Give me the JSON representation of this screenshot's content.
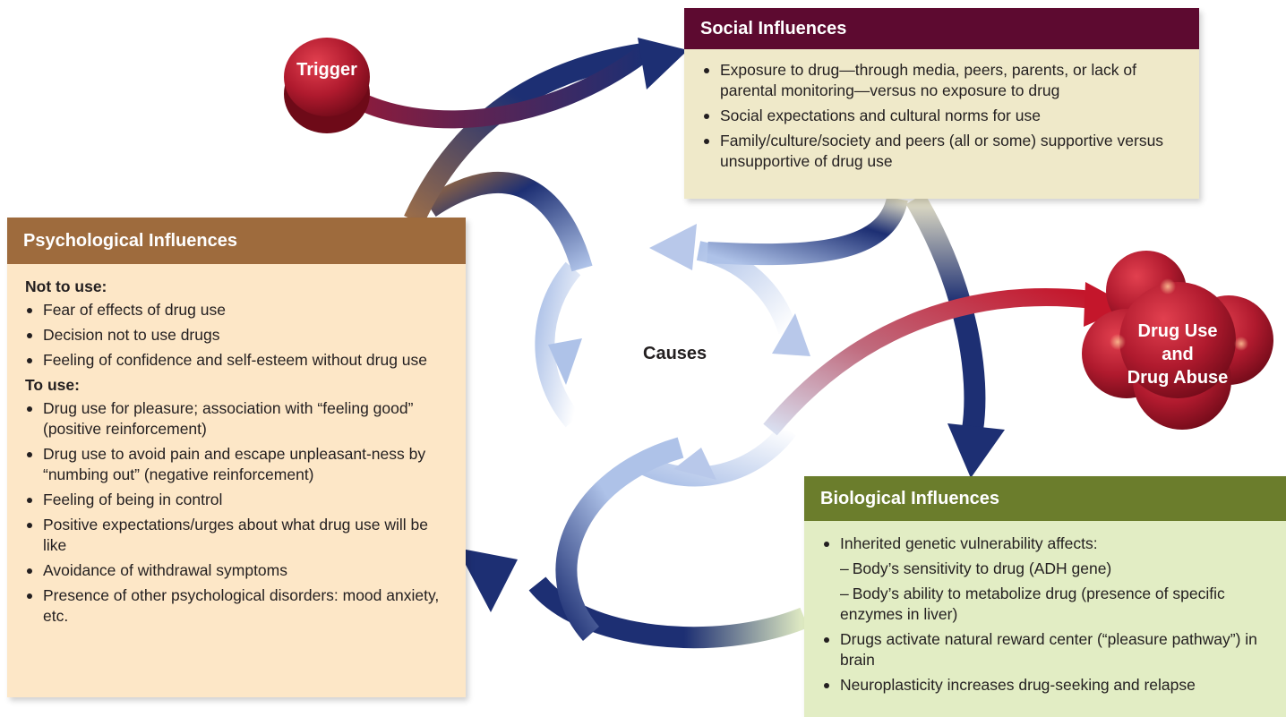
{
  "center": {
    "label": "Causes"
  },
  "trigger": {
    "label": "Trigger"
  },
  "outcome": {
    "line1": "Drug Use",
    "line2": "and",
    "line3": "Drug Abuse"
  },
  "social": {
    "title": "Social Influences",
    "items": [
      "Exposure to drug—through media, peers, parents, or lack of parental monitoring—versus no exposure to drug",
      "Social expectations and cultural norms for use",
      "Family/culture/society and peers (all or some) supportive versus unsupportive of drug use"
    ]
  },
  "psychological": {
    "title": "Psychological Influences",
    "not_to_use": {
      "heading": "Not to use:",
      "items": [
        "Fear of effects of drug use",
        "Decision not to use drugs",
        "Feeling of confidence and self-esteem without drug use"
      ]
    },
    "to_use": {
      "heading": "To use:",
      "items": [
        "Drug use for pleasure; association with “feeling good” (positive reinforcement)",
        "Drug use to avoid pain and escape unpleasant-ness by “numbing out” (negative reinforcement)",
        "Feeling of being in control",
        "Positive expectations/urges about what drug use will be like",
        "Avoidance of withdrawal symptoms",
        "Presence of other psychological disorders: mood anxiety, etc."
      ]
    }
  },
  "biological": {
    "title": "Biological Influences",
    "items": {
      "genetic": "Inherited genetic vulnerability affects:",
      "sensitivity": "Body’s sensitivity to drug (ADH gene)",
      "metabolize": "Body’s ability to metabolize drug (presence of specific enzymes in liver)",
      "reward": "Drugs activate natural reward center (“pleasure pathway”) in brain",
      "neuroplasticity": "Neuroplasticity increases drug-seeking and relapse"
    },
    "dash": "–"
  },
  "colors": {
    "social_header": "#5d0a30",
    "social_body": "#efe9c9",
    "psych_header": "#9e6b3d",
    "psych_body": "#fde7c7",
    "bio_header": "#6b7d2c",
    "bio_body": "#e2edc4",
    "arrow_navy": "#1d2f73",
    "arrow_light": "#aec2e8",
    "bubble_red": "#b01a2e"
  }
}
